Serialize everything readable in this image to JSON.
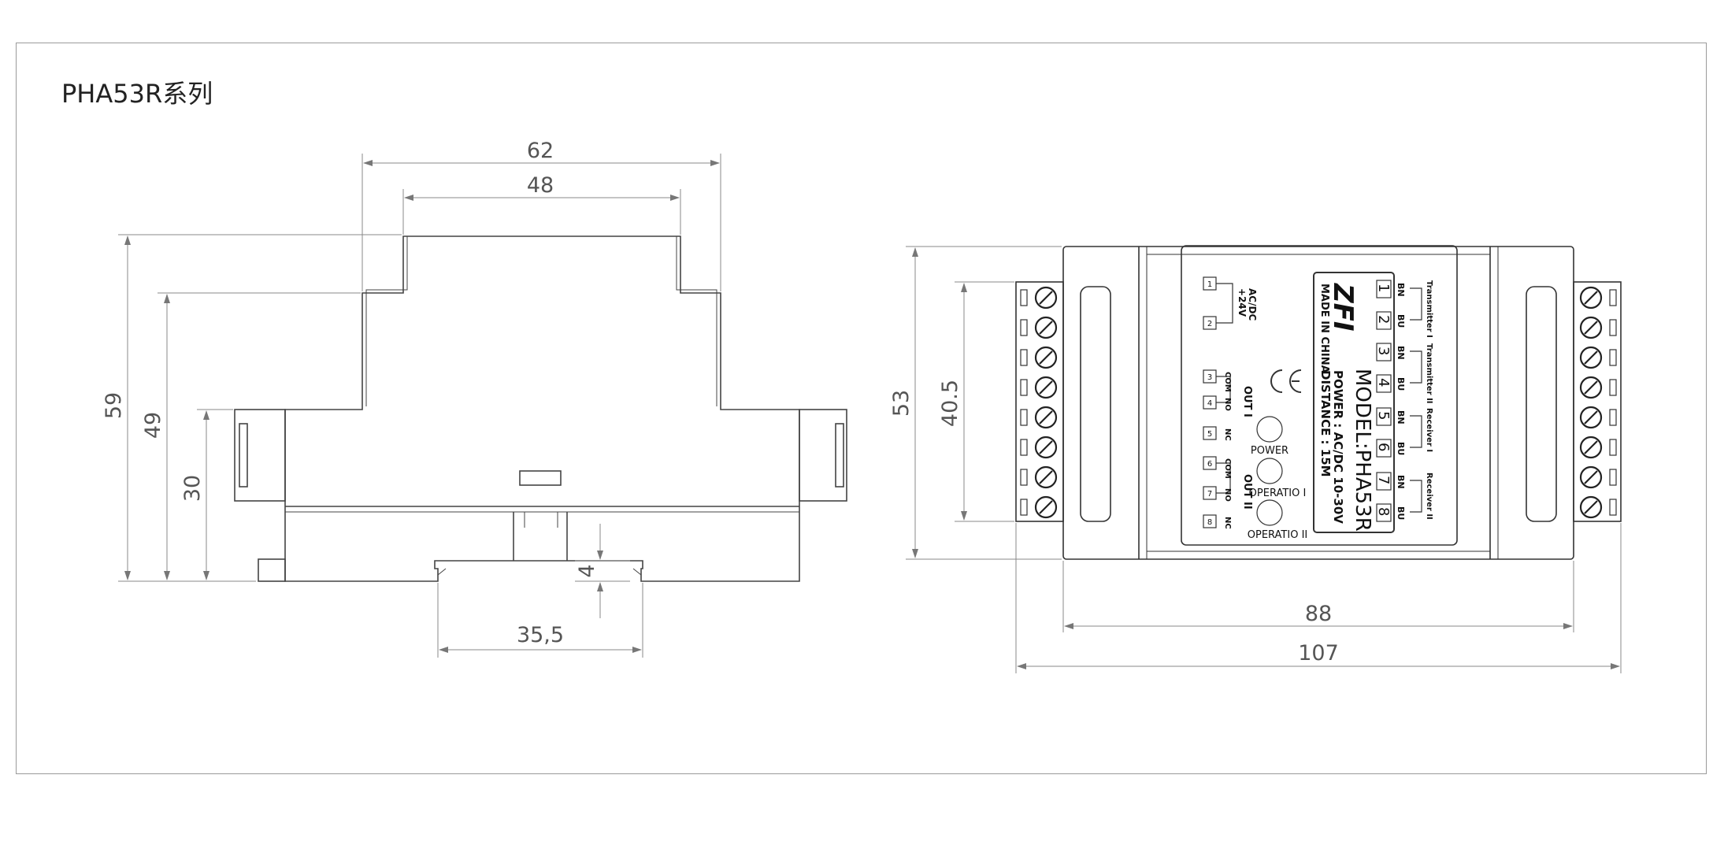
{
  "title": "PHA53R系列",
  "side_view": {
    "dim_total_width": "62",
    "dim_top_width": "48",
    "dim_height_total": "59",
    "dim_height_mid": "49",
    "dim_height_base": "30",
    "dim_rail_width": "35,5",
    "dim_rail_depth": "4"
  },
  "front_view": {
    "dim_height": "53",
    "dim_terminal_span": "40.5",
    "dim_body_width": "88",
    "dim_total_width": "107",
    "model": "MODEL:PHA53R",
    "power": "POWER : AC/DC  10-30V",
    "distance": "DISTANCE : 15M",
    "made_in": "MADE IN CHINA",
    "logo": "ZFI",
    "ce_mark": "CE",
    "supply_label": "AC/DC",
    "supply_voltage": "+24V",
    "out1_label": "OUT I",
    "out2_label": "OUT II",
    "led_power": "POWER",
    "led_op1": "OPERATIO I",
    "led_op2": "OPERATIO II",
    "left_terminals": [
      "1",
      "2",
      "3",
      "4",
      "5",
      "6",
      "7",
      "8"
    ],
    "right_terminals": [
      "1",
      "2",
      "3",
      "4",
      "5",
      "6",
      "7",
      "8"
    ],
    "relay_pins": [
      "COM",
      "NO",
      "NC",
      "COM",
      "NO",
      "NC"
    ],
    "wire_codes": [
      "BN",
      "BU",
      "BN",
      "BU",
      "BN",
      "BU",
      "BN",
      "BU"
    ],
    "channel_labels": [
      "Transmitter I",
      "Transmitter II",
      "Receiver I",
      "Receiver II"
    ]
  }
}
